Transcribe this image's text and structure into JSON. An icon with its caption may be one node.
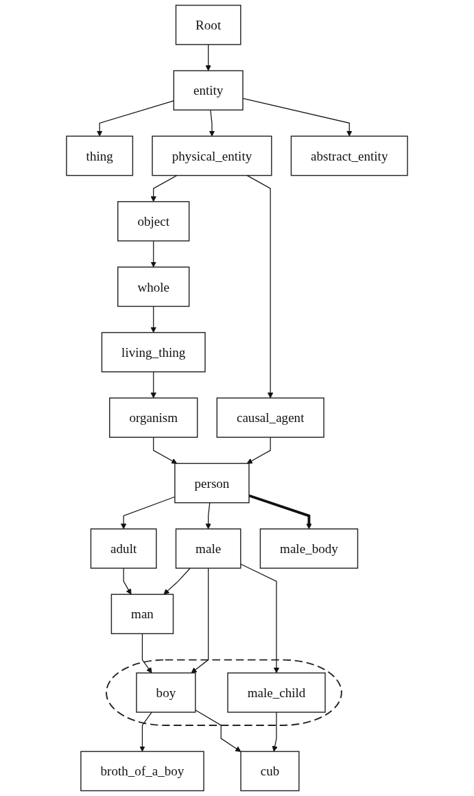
{
  "diagram": {
    "nodes": [
      {
        "text": [
          "Root"
        ]
      },
      {
        "text": [
          "entity"
        ]
      },
      {
        "text": [
          "thing"
        ]
      },
      {
        "text": [
          "physical_entity"
        ]
      },
      {
        "text": [
          "abstract_entity"
        ]
      },
      {
        "text": [
          "object"
        ]
      },
      {
        "text": [
          "causal_agent"
        ]
      },
      {
        "text": [
          "whole"
        ]
      },
      {
        "text": [
          "living_thing"
        ]
      },
      {
        "text": [
          "organism"
        ]
      },
      {
        "text": [
          "person"
        ]
      },
      {
        "text": [
          "adult"
        ]
      },
      {
        "text": [
          "male"
        ]
      },
      {
        "text": [
          "man"
        ]
      },
      {
        "text": [],
        "shape": "ellipse"
      },
      {
        "text": [
          "boy"
        ],
        "in": 14
      },
      {
        "text": [
          "male_child"
        ],
        "in": 14
      },
      {
        "text": [
          "male_body"
        ]
      },
      {
        "text": [
          "broth_of_a_boy"
        ]
      },
      {
        "text": [
          "cub"
        ]
      }
    ],
    "edges": [
      {
        "from": 0,
        "to": 1,
        "arrow": "to"
      },
      {
        "from": 1,
        "to": 2,
        "arrow": "to"
      },
      {
        "from": 1,
        "to": 3,
        "arrow": "to"
      },
      {
        "from": 1,
        "to": 4,
        "arrow": "to"
      },
      {
        "from": 3,
        "to": 5,
        "arrow": "to"
      },
      {
        "from": 3,
        "to": 6,
        "arrow": "to"
      },
      {
        "from": 5,
        "to": 7,
        "arrow": "to"
      },
      {
        "from": 7,
        "to": 8,
        "arrow": "to"
      },
      {
        "from": 8,
        "to": 9,
        "arrow": "to"
      },
      {
        "from": 9,
        "to": 10,
        "arrow": "to"
      },
      {
        "from": 6,
        "to": 10,
        "arrow": "to"
      },
      {
        "from": 10,
        "to": 11,
        "arrow": "to"
      },
      {
        "from": 10,
        "to": 12,
        "arrow": "to"
      },
      {
        "from": 10,
        "to": 17,
        "arrow": "to",
        "style": "thick"
      },
      {
        "from": 11,
        "to": 13,
        "arrow": "to"
      },
      {
        "from": 12,
        "to": 13,
        "arrow": "to"
      },
      {
        "from": 13,
        "to": 15,
        "arrow": "to"
      },
      {
        "from": 12,
        "to": 15,
        "arrow": "to"
      },
      {
        "from": 12,
        "to": 16,
        "arrow": "to"
      },
      {
        "from": 15,
        "to": 18,
        "arrow": "to"
      },
      {
        "from": 15,
        "to": 19,
        "arrow": "to"
      },
      {
        "from": 16,
        "to": 19,
        "arrow": "to"
      }
    ]
  }
}
